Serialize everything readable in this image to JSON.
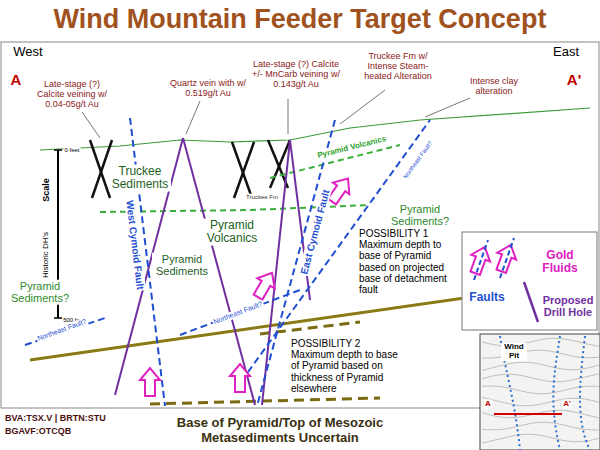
{
  "diagram": {
    "title": "Wind Mountain Feeder Target Concept",
    "labels": [
      "West",
      "East",
      "A",
      "A'",
      "Late-stage (?) Calcite veining w/ 0.04-05g/t Au",
      "Quartz vein with w/ 0.519g/t Au",
      "Late-stage (?) Calcite +/- MnCarb veining w/ 0.143g/t Au",
      "Truckee Fm w/ Intense Steam-heated Alteration",
      "Intense clay alteration",
      "0 feet",
      "Scale",
      "500 feet",
      "Historic DH's",
      "Truckee Sediments",
      "Pyramid Volcanics",
      "Pyramid Volcanics",
      "Truckee Fm",
      "Pyramid Sediments",
      "Pyramid Sediments?",
      "Pyramid Sediments?",
      "West Cymoid Fault",
      "East Cymoid Fault",
      "Northeast Fault?",
      "Northeast Fault?",
      "Northeast Fault?",
      "POSSIBILITY 1 Maximum depth to base of Pyramid based on projected base of detachment fault",
      "POSSIBILITY 2 Maximum depth to base of Pyramid based on thickness of Pyramid elsewhere",
      "Wind Pit",
      "A",
      "A'",
      "BVA:TSX.V | BRTN:STU",
      "BGAVF:OTCQB",
      "Base of Pyramid/Top of Mesozoic Metasediments Uncertain"
    ],
    "legend": [
      {
        "text": "Gold Fluids"
      },
      {
        "text": "Faults"
      },
      {
        "text": "Proposed Drill Hole"
      }
    ]
  }
}
